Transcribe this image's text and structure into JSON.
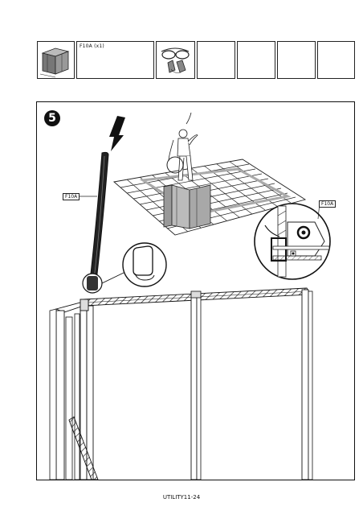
{
  "parts_bar": {
    "item_label": "F10A (x1)"
  },
  "step": {
    "number": "5"
  },
  "callouts": {
    "left_label": "F10A",
    "right_label": "F10A"
  },
  "footer": {
    "doc_code": "UTILITY11-24"
  },
  "icons": [
    "building-kit-icon",
    "safety-gear-icon",
    "lightning-arrow-icon"
  ]
}
